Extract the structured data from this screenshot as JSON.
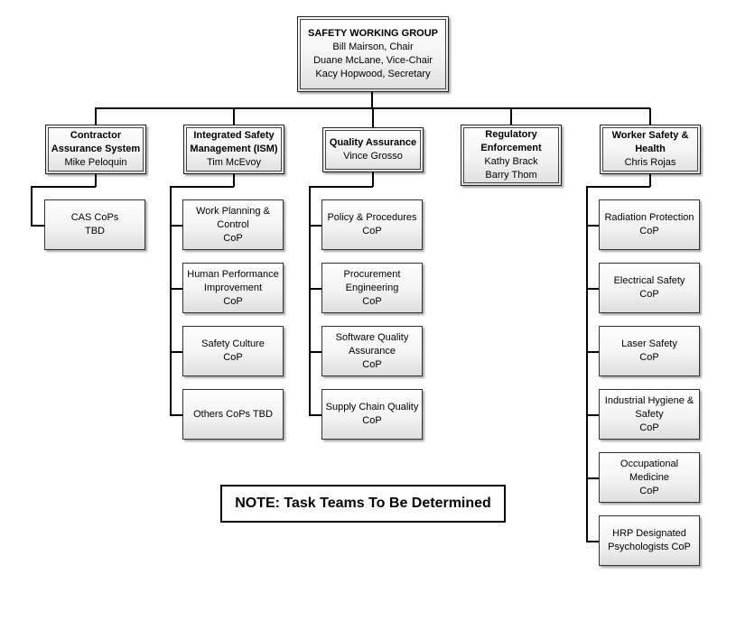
{
  "root": {
    "title": "SAFETY WORKING GROUP",
    "lines": [
      "Bill Mairson, Chair",
      "Duane McLane, Vice-Chair",
      "Kacy Hopwood, Secretary"
    ]
  },
  "groups": [
    {
      "id": "cas",
      "title_lines": [
        "Contractor",
        "Assurance System"
      ],
      "person_lines": [
        "Mike Peloquin"
      ],
      "children": [
        {
          "lines": [
            "CAS CoPs",
            "TBD"
          ]
        }
      ]
    },
    {
      "id": "ism",
      "title_lines": [
        "Integrated Safety",
        "Management (ISM)"
      ],
      "person_lines": [
        "Tim McEvoy"
      ],
      "children": [
        {
          "lines": [
            "Work Planning &",
            "Control",
            "CoP"
          ]
        },
        {
          "lines": [
            "Human Performance",
            "Improvement",
            "CoP"
          ]
        },
        {
          "lines": [
            "Safety Culture",
            "CoP"
          ]
        },
        {
          "lines": [
            "Others CoPs TBD"
          ]
        }
      ]
    },
    {
      "id": "qa",
      "title_lines": [
        "Quality Assurance"
      ],
      "person_lines": [
        "Vince Grosso"
      ],
      "children": [
        {
          "lines": [
            "Policy & Procedures",
            "CoP"
          ]
        },
        {
          "lines": [
            "Procurement",
            "Engineering",
            "CoP"
          ]
        },
        {
          "lines": [
            "Software Quality",
            "Assurance",
            "CoP"
          ]
        },
        {
          "lines": [
            "Supply Chain Quality",
            "CoP"
          ]
        }
      ]
    },
    {
      "id": "reg",
      "title_lines": [
        "Regulatory",
        "Enforcement"
      ],
      "person_lines": [
        "Kathy Brack",
        "Barry Thom"
      ],
      "children": []
    },
    {
      "id": "wsh",
      "title_lines": [
        "Worker Safety &",
        "Health"
      ],
      "person_lines": [
        "Chris Rojas"
      ],
      "children": [
        {
          "lines": [
            "Radiation Protection",
            "CoP"
          ]
        },
        {
          "lines": [
            "Electrical Safety",
            "CoP"
          ]
        },
        {
          "lines": [
            "Laser Safety",
            "CoP"
          ]
        },
        {
          "lines": [
            "Industrial Hygiene &",
            "Safety",
            "CoP"
          ]
        },
        {
          "lines": [
            "Occupational",
            "Medicine",
            "CoP"
          ]
        },
        {
          "lines": [
            "HRP Designated",
            "Psychologists CoP"
          ]
        }
      ]
    }
  ],
  "note": "NOTE: Task Teams To Be Determined"
}
